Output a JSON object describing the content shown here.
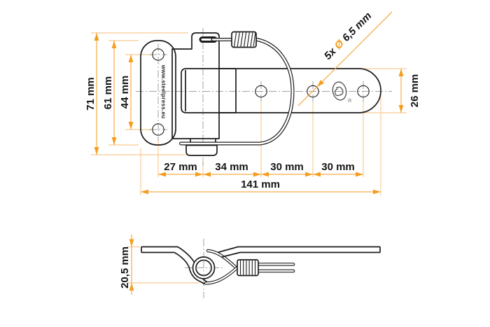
{
  "colors": {
    "line": "#1c1c1c",
    "dimension": "#f6ad4a",
    "arrow": "#f59d1e",
    "extension": "#f8cb92",
    "centerline": "#a0a0a0",
    "text": "#151515",
    "background": "#ffffff",
    "brand": "#2b2b2b",
    "logo": "#5a5a5a"
  },
  "front_view": {
    "brand_text": "www.steelpress.eu",
    "registered_mark": "®",
    "hole_callout": {
      "prefix": "5x ",
      "diameter_symbol": "Ø",
      "value": " 6,5 mm"
    },
    "dimensions": {
      "total_height": "71 mm",
      "plate_height": "61 mm",
      "plate_hole_spacing": "44 mm",
      "arm_width": "26 mm",
      "segment_1": "27 mm",
      "segment_2": "34 mm",
      "segment_3": "30 mm",
      "segment_4": "30 mm",
      "total_length": "141 mm"
    }
  },
  "side_view": {
    "dimensions": {
      "profile_height": "20,5 mm"
    }
  }
}
